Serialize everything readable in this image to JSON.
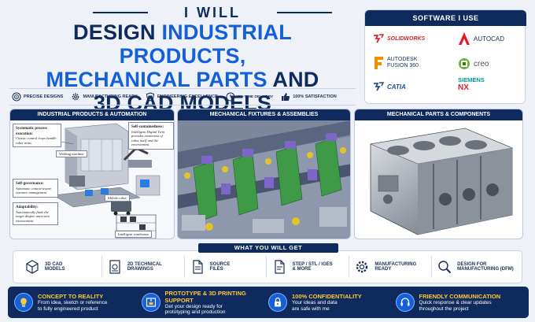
{
  "header": {
    "eyebrow": "I WILL",
    "line1_plain": "DESIGN ",
    "line1_highlight": "INDUSTRIAL PRODUCTS,",
    "line2_highlight": "MECHANICAL PARTS",
    "line2_plain": " AND",
    "line3": "3D CAD MODELS"
  },
  "features": [
    {
      "label": "PRECISE DESIGNS",
      "icon": "target-icon"
    },
    {
      "label": "MANUFACTURING READY",
      "icon": "gear-icon"
    },
    {
      "label": "ENGINEERING EXCELLENCE",
      "icon": "shield-icon"
    },
    {
      "label": "ON-TIME DELIVERY",
      "icon": "clock-icon"
    },
    {
      "label": "100% SATISFACTION",
      "icon": "thumbs-up-icon"
    }
  ],
  "software": {
    "title": "SOFTWARE I USE",
    "items": {
      "solidworks": "SOLIDWORKS",
      "autocad": "AUTOCAD",
      "fusion_line1": "AUTODESK",
      "fusion_line2": "FUSION 360",
      "creo": "creo",
      "catia": "CATIA",
      "nx_line1": "SIEMENS",
      "nx_line2": "NX"
    },
    "colors": {
      "solidworks": "#d9232d",
      "autocad": "#e51b24",
      "fusion": "#f08c00",
      "creo": "#6ab43e",
      "catia": "#1d4f91",
      "nx": "#009999"
    }
  },
  "panels": {
    "automation": {
      "title": "INDUSTRIAL PRODUCTS & AUTOMATION",
      "notes": {
        "n1_title": "Systematic process execution:",
        "n1_body": "Classic control loops handle robot arms.",
        "n2_title": "Self-containedness:",
        "n2_body": "Intelligent Digital Twin provides awareness of robot itself and the environment.",
        "n3_title": "Self-governance:",
        "n3_body": "Automatic context-aware resource management",
        "n4_title": "Adaptability:",
        "n4_body": "Automatically finds the target despite uncertain environment."
      },
      "callouts": {
        "welding": "Welding machine",
        "mobile": "Mobile robot",
        "warehouse": "Intelligent warehouse"
      }
    },
    "fixtures": {
      "title": "MECHANICAL FIXTURES & ASSEMBLIES"
    },
    "parts": {
      "title": "MECHANICAL PARTS & COMPONENTS"
    }
  },
  "get": {
    "title": "WHAT YOU WILL GET",
    "items": [
      {
        "l1": "3D CAD",
        "l2": "MODELS",
        "icon": "cube-icon"
      },
      {
        "l1": "2D TECHNICAL",
        "l2": "DRAWINGS",
        "icon": "drawing-icon"
      },
      {
        "l1": "SOURCE",
        "l2": "FILES",
        "icon": "file-icon"
      },
      {
        "l1": "STEP / STL / IGES",
        "l2": "& MORE",
        "icon": "file-formats-icon"
      },
      {
        "l1": "MANUFACTURING",
        "l2": "READY",
        "icon": "gear-icon"
      },
      {
        "l1": "DESIGN FOR",
        "l2": "MANUFACTURING (DFM)",
        "icon": "magnifier-icon"
      }
    ]
  },
  "bottom": [
    {
      "title": "CONCEPT TO REALITY",
      "l1": "From idea, sketch or reference",
      "l2": "to fully engineered product",
      "icon": "lightbulb-icon"
    },
    {
      "title": "PROTOTYPE & 3D PRINTING SUPPORT",
      "l1": "Get your design ready for",
      "l2": "prototyping and production",
      "icon": "3d-printer-icon"
    },
    {
      "title": "100% CONFIDENTIALITY",
      "l1": "Your ideas and data",
      "l2": "are safe with me",
      "icon": "lock-icon"
    },
    {
      "title": "FRIENDLY COMMUNICATION",
      "l1": "Quick response & clear updates",
      "l2": "throughout the project",
      "icon": "headset-icon"
    }
  ],
  "colors": {
    "navy": "#0f2a5c",
    "accent_blue": "#1560d8",
    "yellow": "#ffc733"
  }
}
